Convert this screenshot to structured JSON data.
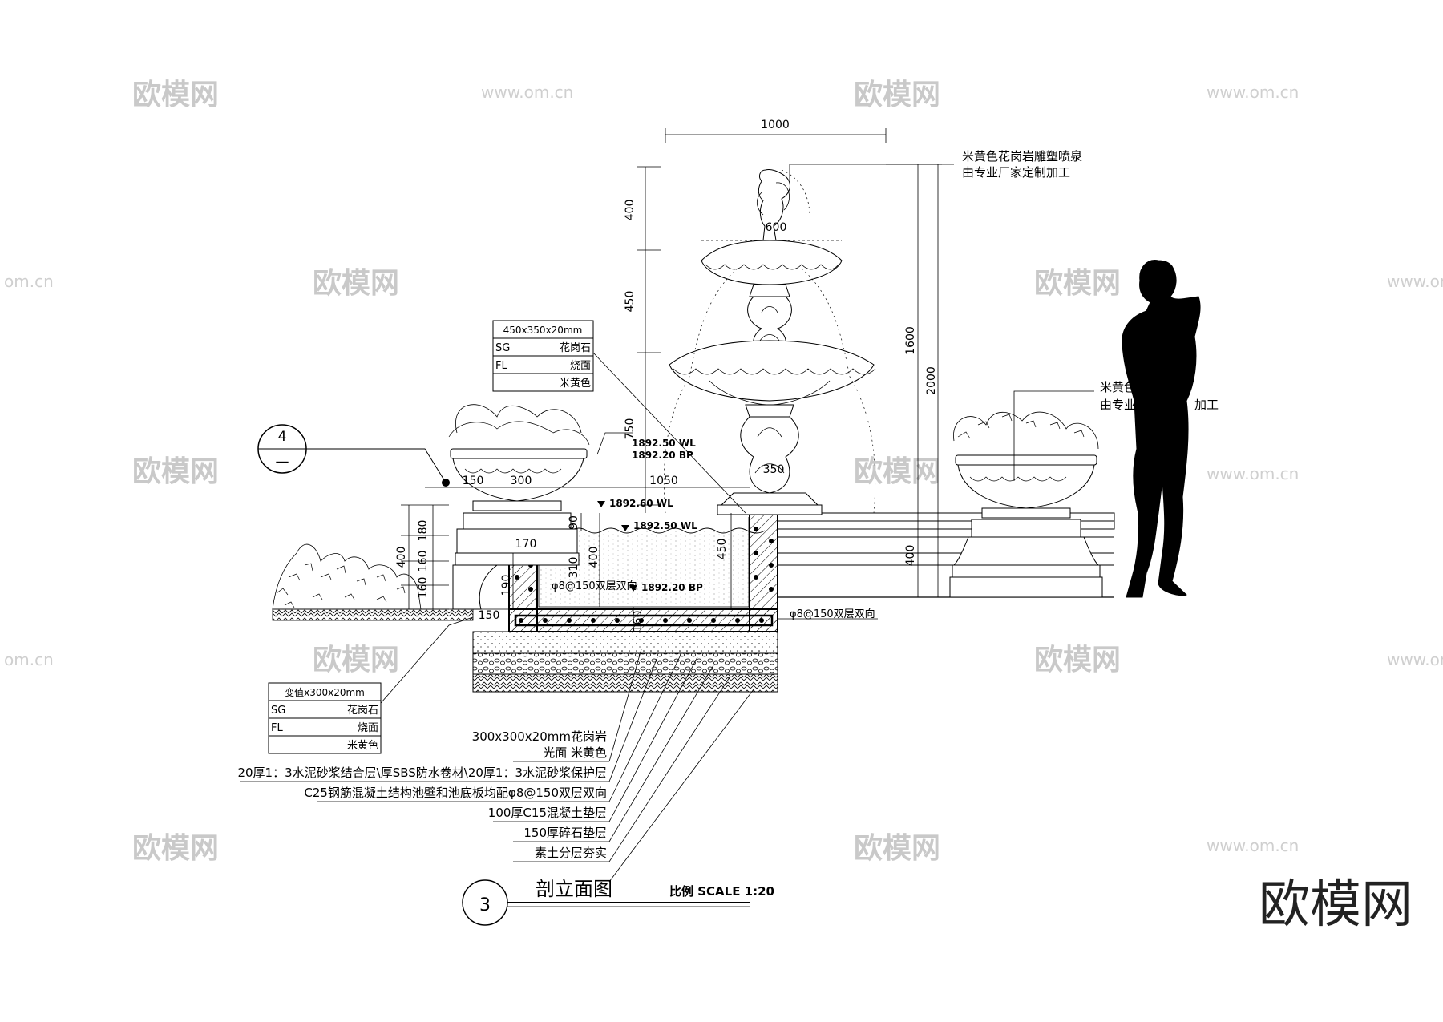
{
  "watermark": {
    "brand": "欧模网",
    "url": "www.om.cn",
    "url_short": "om.cn"
  },
  "corner_logo": "欧模网",
  "section": {
    "number": "3",
    "title": "剖立面图",
    "scale": "比例 SCALE 1:20"
  },
  "callout": {
    "top": "4",
    "bottom": "—"
  },
  "fountain_note": {
    "line1": "米黄色花岗岩雕塑喷泉",
    "line2": "由专业厂家定制加工"
  },
  "planter_note": {
    "line1": "米黄色花",
    "line2": "由专业厂",
    "line3": "加工"
  },
  "table_top": {
    "header": "450x350x20mm",
    "rows": [
      {
        "code": "SG",
        "value": "花岗石"
      },
      {
        "code": "FL",
        "value": "烧面"
      },
      {
        "code": "",
        "value": "米黄色"
      }
    ]
  },
  "table_bottom": {
    "header": "变值x300x20mm",
    "rows": [
      {
        "code": "SG",
        "value": "花岗石"
      },
      {
        "code": "FL",
        "value": "烧面"
      },
      {
        "code": "",
        "value": "米黄色"
      }
    ]
  },
  "levels": {
    "wl1": "1892.50 WL",
    "bp1": "1892.20 BP",
    "wl2": "1892.60 WL",
    "wl3": "1892.50 WL",
    "bp2": "1892.20 BP"
  },
  "rebar": {
    "inner": "φ8@150双层双向",
    "outer": "φ8@150双层双向"
  },
  "dims": {
    "d1000": "1000",
    "d400a": "400",
    "d450a": "450",
    "d750": "750",
    "d600": "600",
    "d350": "350",
    "d1600": "1600",
    "d2000": "2000",
    "d400b": "400",
    "d150a": "150",
    "d300": "300",
    "d1050": "1050",
    "d180": "180",
    "d400c": "400",
    "d160a": "160",
    "d160b": "160",
    "d90": "90",
    "d310": "310",
    "d400d": "400",
    "d450b": "450",
    "d170": "170",
    "d190": "190",
    "d150b": "150",
    "d160c": "160"
  },
  "layers": [
    "300x300x20mm花岗岩",
    "光面  米黄色",
    "20厚1：3水泥砂浆结合层\\厚SBS防水卷材\\20厚1：3水泥砂浆保护层",
    "C25钢筋混凝土结构池壁和池底板均配φ8@150双层双向",
    "100厚C15混凝土垫层",
    "150厚碎石垫层",
    "素土分层夯实"
  ]
}
